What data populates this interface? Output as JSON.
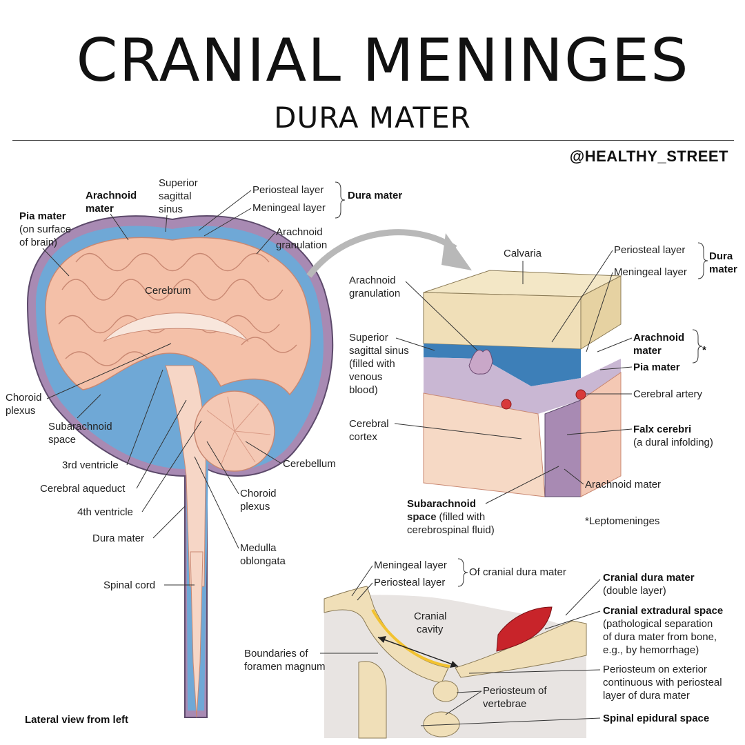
{
  "header": {
    "title": "CRANIAL MENINGES",
    "subtitle": "DURA MATER",
    "handle": "@HEALTHY_STREET"
  },
  "brain_view": {
    "caption": "Lateral view from left",
    "labels": {
      "arachnoid_mater": [
        "Arachnoid",
        "mater"
      ],
      "superior_sagittal_sinus": [
        "Superior",
        "sagittal",
        "sinus"
      ],
      "periosteal_layer": "Periosteal layer",
      "meningeal_layer": "Meningeal layer",
      "dura_mater_bracket": "Dura mater",
      "pia_mater": "Pia mater",
      "pia_mater_note": [
        "(on surface",
        "of brain)"
      ],
      "arachnoid_granulation": [
        "Arachnoid",
        "granulation"
      ],
      "cerebrum": "Cerebrum",
      "choroid_plexus_left": [
        "Choroid",
        "plexus"
      ],
      "subarachnoid_space": [
        "Subarachnoid",
        "space"
      ],
      "third_ventricle": "3rd ventricle",
      "cerebral_aqueduct": "Cerebral aqueduct",
      "fourth_ventricle": "4th ventricle",
      "dura_mater": "Dura mater",
      "cerebellum": "Cerebellum",
      "choroid_plexus_right": [
        "Choroid",
        "plexus"
      ],
      "medulla_oblongata": [
        "Medulla",
        "oblongata"
      ],
      "spinal_cord": "Spinal cord"
    }
  },
  "section_view": {
    "labels": {
      "calvaria": "Calvaria",
      "periosteal_layer": "Periosteal layer",
      "meningeal_layer": "Meningeal layer",
      "dura_mater_bracket": [
        "Dura",
        "mater"
      ],
      "arachnoid_granulation": [
        "Arachnoid",
        "granulation"
      ],
      "superior_sagittal_sinus": [
        "Superior",
        "sagittal sinus",
        "(filled with",
        "venous",
        "blood)"
      ],
      "arachnoid_mater_bold": [
        "Arachnoid",
        "mater"
      ],
      "pia_mater_bold": "Pia mater",
      "asterisk": "*",
      "cerebral_artery": "Cerebral artery",
      "cerebral_cortex": [
        "Cerebral",
        "cortex"
      ],
      "falx_cerebri": "Falx cerebri",
      "falx_cerebri_note": "(a dural infolding)",
      "arachnoid_mater": "Arachnoid mater",
      "subarachnoid_space_bold": "Subarachnoid",
      "subarachnoid_space_rest": [
        "space",
        "(filled with",
        "cerebrospinal fluid)"
      ],
      "leptomeninges": "*Leptomeninges"
    }
  },
  "foramen_view": {
    "labels": {
      "meningeal_layer": "Meningeal layer",
      "periosteal_layer": "Periosteal layer",
      "of_cranial_dura": "Of cranial dura mater",
      "cranial_cavity": [
        "Cranial",
        "cavity"
      ],
      "boundaries": [
        "Boundaries of",
        "foramen magnum"
      ],
      "periosteum_vertebrae": [
        "Periosteum of",
        "vertebrae"
      ],
      "cranial_dura_mater": "Cranial dura mater",
      "cranial_dura_note": "(double layer)",
      "cranial_extradural": "Cranial extradural space",
      "cranial_extradural_note": [
        "(pathological separation",
        "of dura mater from bone,",
        "e.g., by hemorrhage)"
      ],
      "periosteum_exterior": [
        "Periosteum on exterior",
        "continuous with periosteal",
        "layer of dura mater"
      ],
      "spinal_epidural": "Spinal epidural space"
    }
  },
  "colors": {
    "brain": "#f4c0a8",
    "gyri_line": "#c98872",
    "subarachnoid_blue": "#6fa8d6",
    "dura_purple": "#8c6f9a",
    "bone": "#f0dfb8",
    "venous_blue": "#3d7fb8",
    "artery_red": "#d83a3a",
    "hemorrhage": "#c8242a"
  }
}
